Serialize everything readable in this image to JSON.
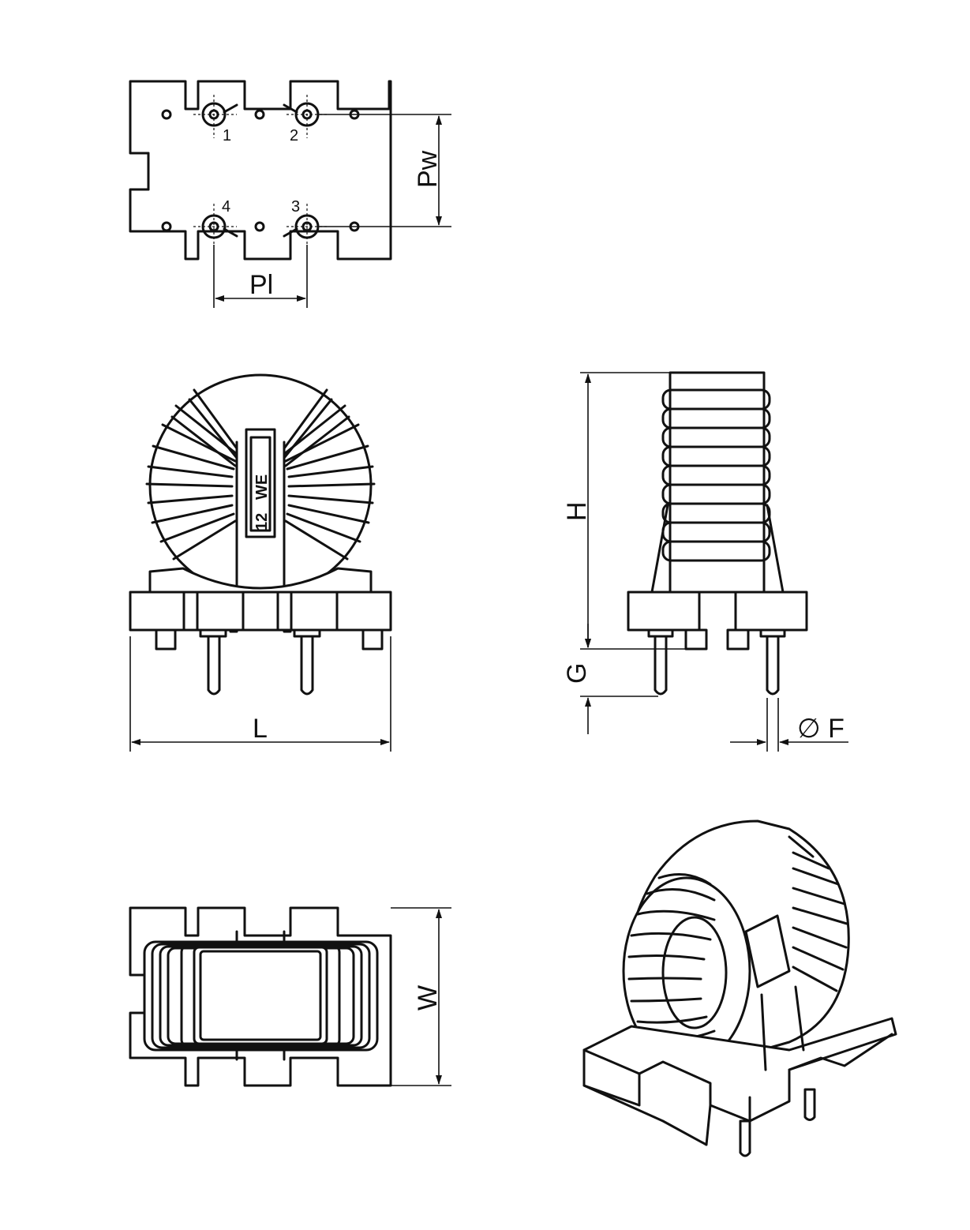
{
  "labels": {
    "pin_1": "1",
    "pin_2": "2",
    "pin_3": "3",
    "pin_4": "4",
    "dim_pl": "Pl",
    "dim_pw": "Pw",
    "dim_l": "L",
    "dim_h": "H",
    "dim_g": "G",
    "dim_f": "∅ F",
    "dim_w": "W"
  },
  "marking": {
    "logo_text": "WE",
    "value_text": "12"
  },
  "colors": {
    "line": "#111111",
    "background": "#ffffff"
  }
}
